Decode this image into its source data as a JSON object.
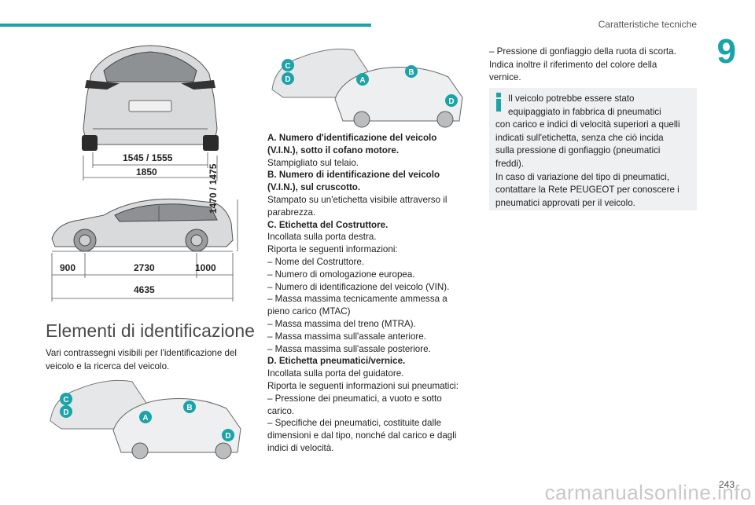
{
  "header": {
    "section_title": "Caratteristiche tecniche",
    "chapter_number": "9"
  },
  "figures": {
    "rear_view": {
      "dim_track": "1545 / 1555",
      "dim_width": "1850"
    },
    "side_view": {
      "dim_height": "1470 / 1475",
      "dim_front": "900",
      "dim_wheelbase": "2730",
      "dim_rear": "1000",
      "dim_length": "4635"
    },
    "id_labels": [
      "C",
      "D",
      "A",
      "B",
      "D"
    ]
  },
  "section": {
    "heading": "Elementi di identificazione",
    "intro": [
      "Vari contrassegni visibili per l'identificazione del",
      "veicolo e la ricerca del veicolo."
    ]
  },
  "column2": [
    {
      "text": "A. Numero d'identificazione del veicolo",
      "bold": true
    },
    {
      "text": "(V.I.N.), sotto il cofano motore.",
      "bold": true
    },
    {
      "text": "Stampigliato sul telaio.",
      "bold": false
    },
    {
      "text": "B. Numero di identificazione del veicolo",
      "bold": true
    },
    {
      "text": "(V.I.N.), sul cruscotto.",
      "bold": true
    },
    {
      "text": "Stampato su un'etichetta visibile attraverso il",
      "bold": false
    },
    {
      "text": "parabrezza.",
      "bold": false
    },
    {
      "text": "C. Etichetta del Costruttore.",
      "bold": true
    },
    {
      "text": "Incollata sulla porta destra.",
      "bold": false
    },
    {
      "text": "Riporta le seguenti informazioni:",
      "bold": false
    },
    {
      "text": "–  Nome del Costruttore.",
      "bold": false
    },
    {
      "text": "–  Numero di omologazione europea.",
      "bold": false
    },
    {
      "text": "–  Numero di identificazione del veicolo (VIN).",
      "bold": false
    },
    {
      "text": "–  Massa massima tecnicamente ammessa a",
      "bold": false
    },
    {
      "text": "pieno carico (MTAC)",
      "bold": false
    },
    {
      "text": "–  Massa massima del treno (MTRA).",
      "bold": false
    },
    {
      "text": "–  Massa massima sull'assale anteriore.",
      "bold": false
    },
    {
      "text": "–  Massa massima sull'assale posteriore.",
      "bold": false
    },
    {
      "text": "D. Etichetta pneumatici/vernice.",
      "bold": true
    },
    {
      "text": "Incollata sulla porta del guidatore.",
      "bold": false
    },
    {
      "text": "Riporta le seguenti informazioni sui pneumatici:",
      "bold": false
    },
    {
      "text": "–  Pressione dei pneumatici, a vuoto e sotto",
      "bold": false
    },
    {
      "text": "carico.",
      "bold": false
    },
    {
      "text": "–  Specifiche dei pneumatici, costituite dalle",
      "bold": false
    },
    {
      "text": "dimensioni e dal tipo, nonché dal carico e dagli",
      "bold": false
    },
    {
      "text": "indici di velocità.",
      "bold": false
    }
  ],
  "column3": {
    "lines": [
      "–  Pressione di gonfiaggio della ruota di scorta.",
      "Indica inoltre il riferimento del colore della",
      "vernice."
    ],
    "info_lines": [
      "Il veicolo potrebbe essere stato",
      "equipaggiato in fabbrica di pneumatici",
      "con carico e indici di velocità superiori a quelli",
      "indicati sull'etichetta, senza che ciò incida",
      "sulla pressione di gonfiaggio (pneumatici",
      "freddi).",
      "In caso di variazione del tipo di pneumatici,",
      "contattare la Rete PEUGEOT per conoscere i",
      "pneumatici approvati per il veicolo."
    ]
  },
  "footer": {
    "page_number": "243",
    "watermark": "carmanualsonline.info"
  },
  "colors": {
    "accent": "#1aa3a8",
    "label_circle": "#1aa3a8",
    "infobox_bg": "#eef0f1"
  }
}
